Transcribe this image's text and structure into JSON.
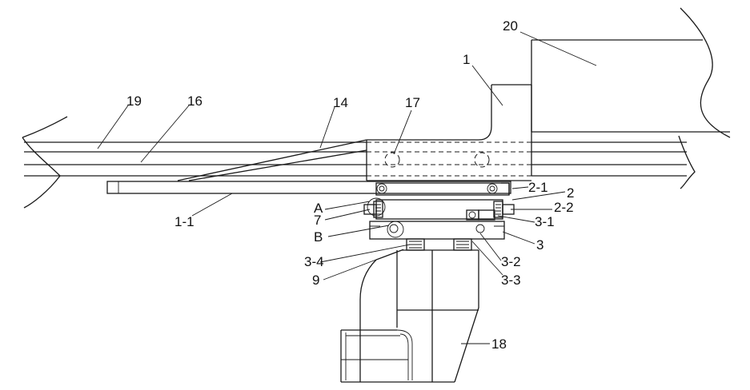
{
  "labels": {
    "l20": "20",
    "l1": "1",
    "l19": "19",
    "l16": "16",
    "l14": "14",
    "l17": "17",
    "l2_1": "2-1",
    "l2": "2",
    "lA": "A",
    "l2_2": "2-2",
    "l7": "7",
    "l3_1": "3-1",
    "l1_1": "1-1",
    "lB": "B",
    "l3": "3",
    "l3_4": "3-4",
    "l3_2": "3-2",
    "l9": "9",
    "l3_3": "3-3",
    "l18": "18"
  }
}
